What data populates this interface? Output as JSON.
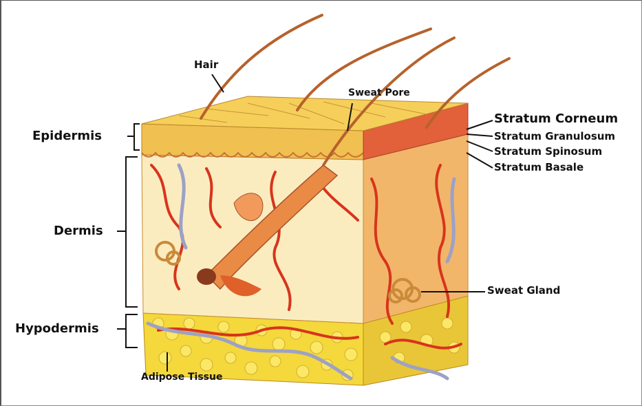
{
  "labels": {
    "hair": "Hair",
    "sweat_pore": "Sweat Pore",
    "epidermis": "Epidermis",
    "dermis": "Dermis",
    "hypodermis": "Hypodermis",
    "adipose_tissue": "Adipose Tissue",
    "stratum_corneum": "Stratum Corneum",
    "stratum_granulosum": "Stratum Granulosum",
    "stratum_spinosum": "Stratum Spinosum",
    "stratum_basale": "Stratum Basale",
    "sweat_gland": "Sweat Gland"
  },
  "colors": {
    "epidermis_top": "#f3c451",
    "epidermis_side": "#e0623a",
    "dermis": "#fbecc0",
    "fat": "#f2d83a",
    "vessel_red": "#d8341c",
    "vessel_blue": "#9da1c6",
    "hair": "#b6622c"
  }
}
